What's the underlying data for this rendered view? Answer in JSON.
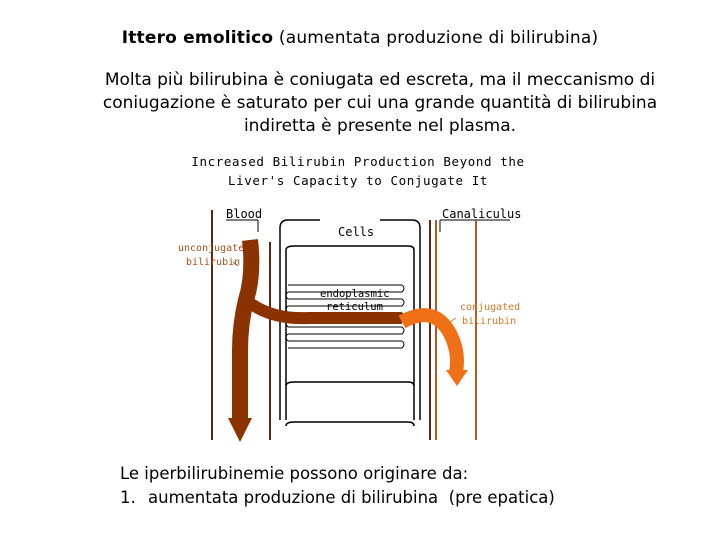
{
  "header": {
    "title_bold": "Ittero emolitico",
    "title_rest": "(aumentata produzione di bilirubina)"
  },
  "description": "Molta più bilirubina è coniugata ed escreta, ma il meccanismo di coniugazione è saturato per cui una grande quantità di bilirubina indiretta è presente nel plasma.",
  "diagram": {
    "heading_line1": "Increased Bilirubin Production Beyond the",
    "heading_line2": "Liver's Capacity to Conjugate It",
    "blood_label": "Blood",
    "canaliculus_label": "Canaliculus",
    "cells_label": "Cells",
    "unconjugated_line1": "unconjugated",
    "unconjugated_line2": "bilirubin",
    "er_line1": "endoplasmic",
    "er_line2": "reticulum",
    "conjugated_line1": "conjugated",
    "conjugated_line2": "bilirubin",
    "colors": {
      "unconjugated_arrow": "#8b3300",
      "conjugated_arrow": "#f07018",
      "membrane": "#5a2a10",
      "canaliculus_wall": "#b05a28"
    }
  },
  "footer": {
    "intro": "Le iperbilirubinemie possono originare da:",
    "item_number": "1.",
    "item_text": "aumentata produzione di bilirubina",
    "item_note": "(pre epatica)"
  }
}
